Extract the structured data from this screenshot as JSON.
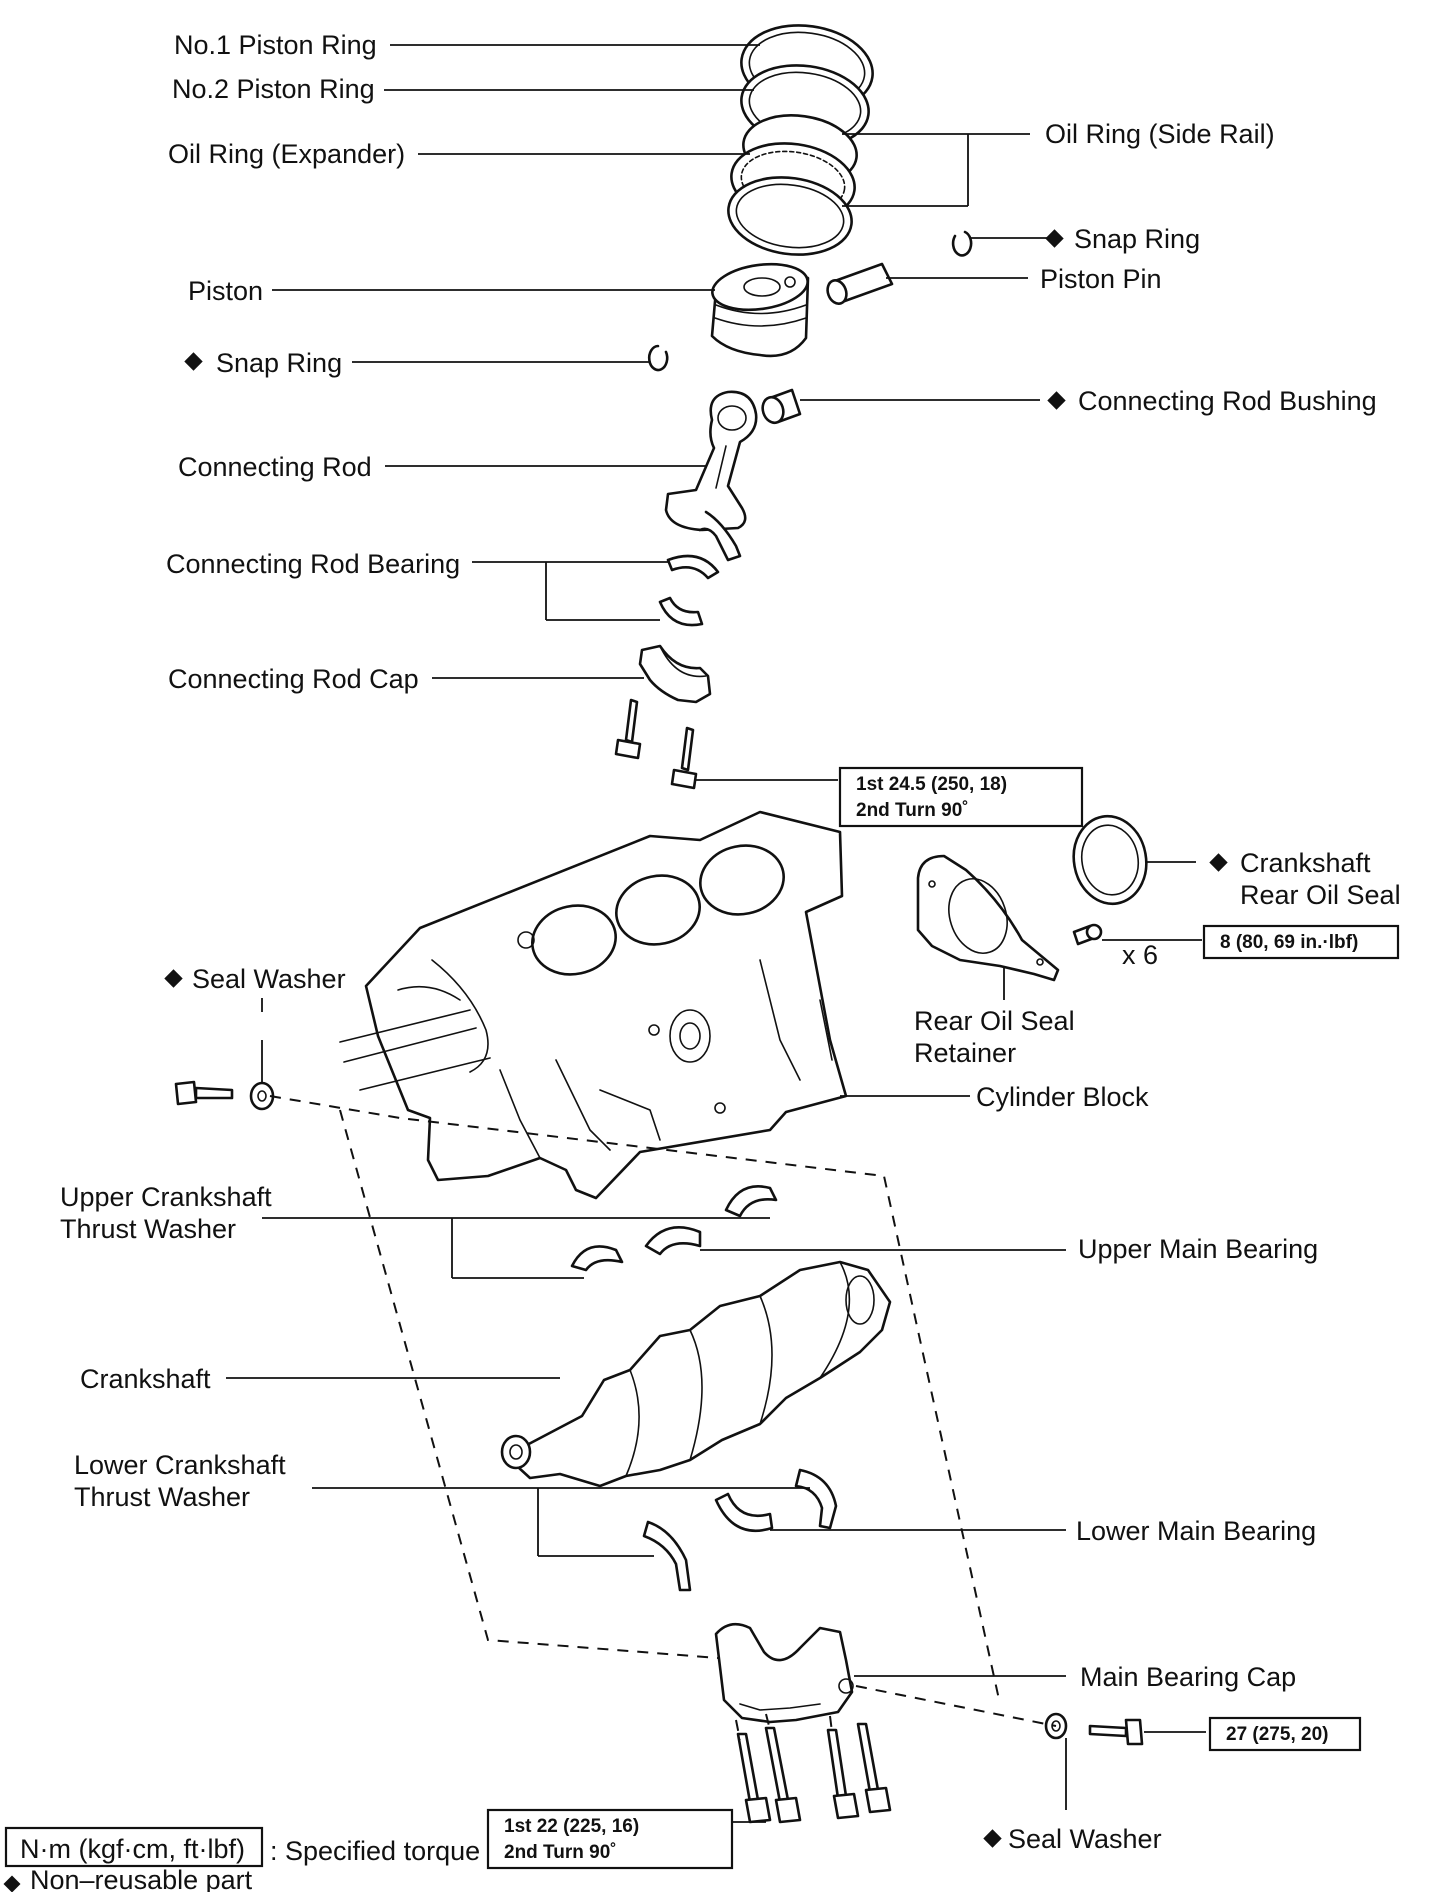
{
  "labels": {
    "no1_piston_ring": "No.1 Piston Ring",
    "no2_piston_ring": "No.2 Piston Ring",
    "oil_ring_expander": "Oil Ring (Expander)",
    "oil_ring_side_rail": "Oil Ring (Side Rail)",
    "snap_ring_upper": "Snap Ring",
    "piston": "Piston",
    "piston_pin": "Piston Pin",
    "snap_ring_lower": "Snap Ring",
    "connecting_rod_bushing": "Connecting Rod Bushing",
    "connecting_rod": "Connecting Rod",
    "connecting_rod_bearing": "Connecting Rod Bearing",
    "connecting_rod_cap": "Connecting Rod Cap",
    "crankshaft_rear_oil_seal_1": "Crankshaft",
    "crankshaft_rear_oil_seal_2": "Rear Oil Seal",
    "x6": "x 6",
    "rear_oil_seal_retainer_1": "Rear Oil Seal",
    "rear_oil_seal_retainer_2": "Retainer",
    "seal_washer_upper": "Seal Washer",
    "cylinder_block": "Cylinder Block",
    "upper_thrust_washer_1": "Upper Crankshaft",
    "upper_thrust_washer_2": "Thrust Washer",
    "upper_main_bearing": "Upper Main Bearing",
    "crankshaft": "Crankshaft",
    "lower_thrust_washer_1": "Lower Crankshaft",
    "lower_thrust_washer_2": "Thrust Washer",
    "lower_main_bearing": "Lower Main Bearing",
    "main_bearing_cap": "Main Bearing Cap",
    "seal_washer_lower": "Seal Washer"
  },
  "torques": {
    "rod_cap_1st": "1st   24.5 (250, 18)",
    "rod_cap_2nd": "2nd  Turn 90˚",
    "retainer": "8 (80, 69 in.·lbf)",
    "seal_washer_bolt": "27 (275, 20)",
    "main_cap_1st": "1st   22 (225, 16)",
    "main_cap_2nd": "2nd  Turn 90˚"
  },
  "legend": {
    "unit_box": "N·m (kgf·cm, ft·lbf)",
    "unit_desc": ": Specified torque",
    "nonreusable": "Non–reusable part"
  }
}
